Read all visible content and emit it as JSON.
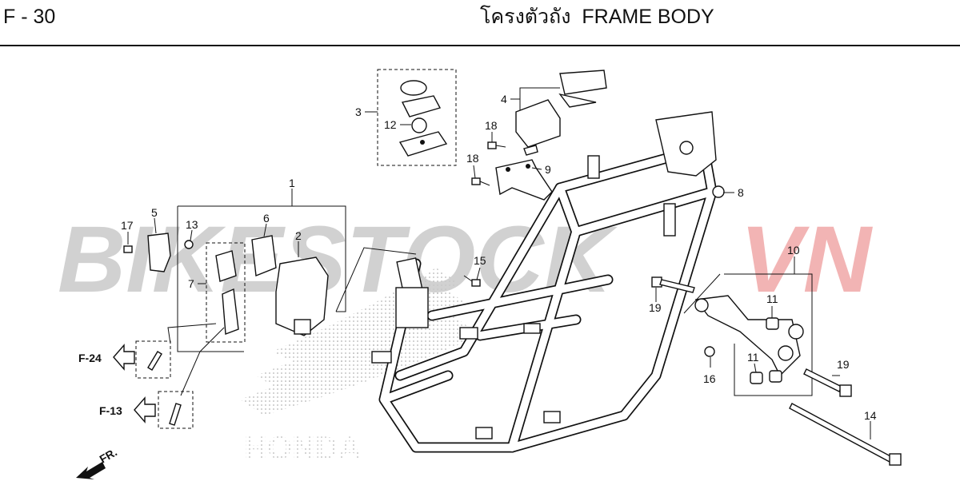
{
  "header": {
    "page_code": "F - 30",
    "title_thai": "โครงตัวถัง",
    "title_en": "FRAME BODY"
  },
  "watermark": {
    "text_main": "BIKESTOCK",
    "text_accent": "VN",
    "color_main": "#c9c9c9",
    "color_accent": "#f0a8a8"
  },
  "background_logo": {
    "text": "HONDA",
    "color": "#d8d8d8"
  },
  "callouts": {
    "p1": "1",
    "p2": "2",
    "p3": "3",
    "p4": "4",
    "p5": "5",
    "p6": "6",
    "p7": "7",
    "p8": "8",
    "p9": "9",
    "p10": "10",
    "p11a": "11",
    "p11b": "11",
    "p12": "12",
    "p13": "13",
    "p14": "14",
    "p15": "15",
    "p16": "16",
    "p17": "17",
    "p18a": "18",
    "p18b": "18",
    "p19a": "19",
    "p19b": "19"
  },
  "references": {
    "ref_f24": "F-24",
    "ref_f13": "F-13",
    "direction": "FR."
  },
  "colors": {
    "line": "#111111",
    "background": "#ffffff"
  }
}
